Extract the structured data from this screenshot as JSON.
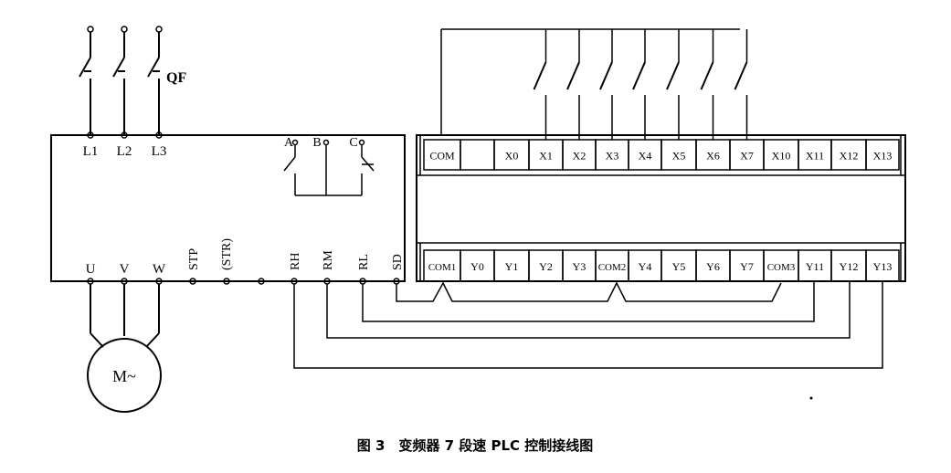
{
  "breaker_label": "QF",
  "vfd": {
    "input_terminals": [
      "L1",
      "L2",
      "L3"
    ],
    "output_terminals": [
      "U",
      "V",
      "W"
    ],
    "control_terminals": [
      "STP",
      "(STR)",
      "RH",
      "RM",
      "RL",
      "SD"
    ],
    "relay_terminals": [
      "A",
      "B",
      "C"
    ]
  },
  "motor_label": "M~",
  "plc": {
    "inputs": [
      "COM",
      "",
      "X0",
      "X1",
      "X2",
      "X3",
      "X4",
      "X5",
      "X6",
      "X7",
      "X10",
      "X11",
      "X12",
      "X13"
    ],
    "outputs": [
      "COM1",
      "Y0",
      "Y1",
      "Y2",
      "Y3",
      "COM2",
      "Y4",
      "Y5",
      "Y6",
      "Y7",
      "COM3",
      "Y11",
      "Y12",
      "Y13"
    ]
  },
  "caption": "图 3　变频器 7 段速 PLC 控制接线图"
}
